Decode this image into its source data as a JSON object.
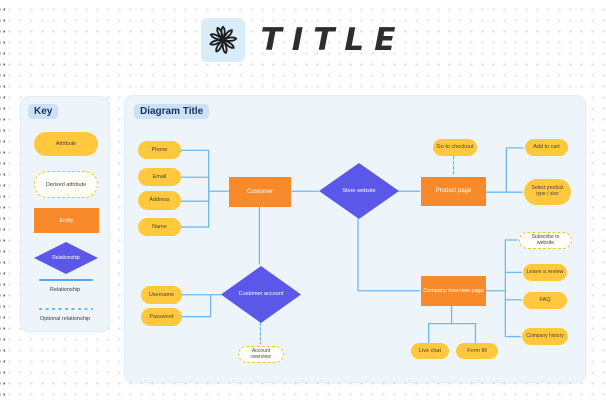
{
  "header": {
    "title": "TITLE",
    "icon": "flower-doodle-icon"
  },
  "key_panel": {
    "title": "Key",
    "attribute_label": "Attribute",
    "derived_label": "Derived attribute",
    "entity_label": "Entity",
    "relationship_diamond_label": "Relationship",
    "relationship_line_label": "Relationship",
    "optional_line_label": "Optional relationship"
  },
  "diagram": {
    "title": "Diagram Title",
    "nodes": {
      "phone": "Phone",
      "email": "Email",
      "address": "Address",
      "name": "Name",
      "customer": "Customer",
      "store_website": "Store website",
      "product_page": "Product page",
      "go_to_checkout": "Go to checkout",
      "add_to_cart": "Add to cart",
      "select_product": "Select product type / size",
      "username": "Username",
      "password": "Password",
      "customer_account": "Customer account",
      "account_overview": "Account overview",
      "company_overview": "Company overview page",
      "subscribe": "Subscribe to website",
      "leave_review": "Leave a review",
      "faq": "FAQ",
      "company_history": "Company history",
      "live_chat": "Live chat",
      "form_fill": "Form fill"
    }
  },
  "colors": {
    "attribute_yellow": "#FFC83D",
    "entity_orange": "#F98A2B",
    "relationship_purple": "#5B57E8",
    "connector_blue": "#6FB8F0",
    "panel_bg": "#EDF5FB",
    "badge_bg": "#CBE2F5",
    "badge_text": "#14325E"
  }
}
